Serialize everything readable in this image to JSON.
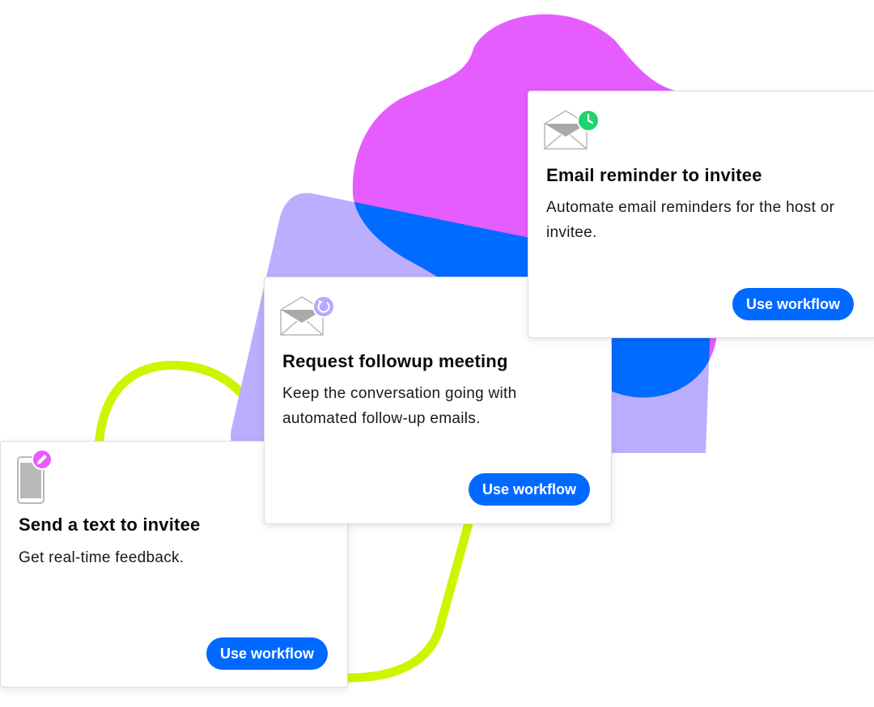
{
  "cards": [
    {
      "title": "Send a text to invitee",
      "description": "Get real-time feedback.",
      "button_label": "Use workflow",
      "icon": "phone-icon",
      "badge_icon": "pencil-icon",
      "badge_color": "#e55cff"
    },
    {
      "title": "Request followup meeting",
      "description": "Keep the conversation going with automated follow-up emails.",
      "button_label": "Use workflow",
      "icon": "envelope-icon",
      "badge_icon": "refresh-icon",
      "badge_color": "#b8a8ff"
    },
    {
      "title": "Email reminder to invitee",
      "description": "Automate email reminders for the host or invitee.",
      "button_label": "Use workflow",
      "icon": "envelope-icon",
      "badge_icon": "clock-icon",
      "badge_color": "#1fd46e"
    }
  ],
  "colors": {
    "accent_blue": "#0069ff",
    "magenta_blob": "#e55cff",
    "lavender_shape": "#bcaefe",
    "lime_line": "#cdf500"
  }
}
